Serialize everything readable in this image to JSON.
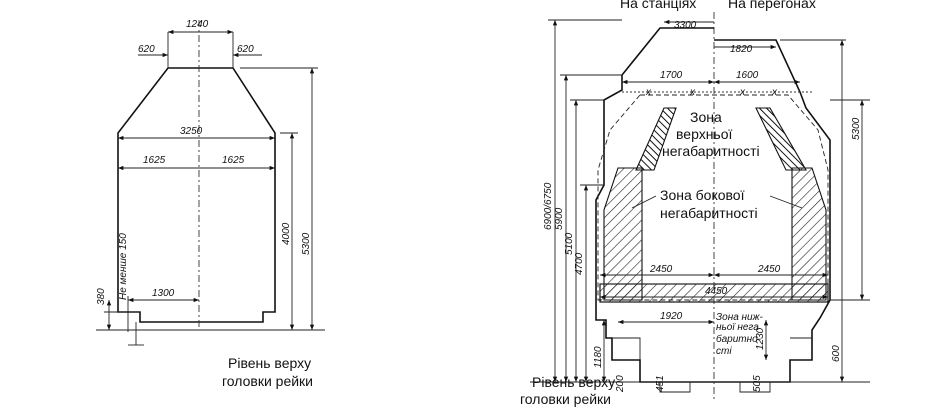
{
  "left_drawing": {
    "dims": {
      "top_width": "1240",
      "top_left_offset": "620",
      "top_right_offset": "620",
      "width": "3250",
      "half_left": "1625",
      "half_right": "1625",
      "height_4000": "4000",
      "height_5300": "5300",
      "height_380": "380",
      "bottom_width": "1300",
      "side_note": "Не менше 150"
    },
    "caption_line1": "Рівень верху",
    "caption_line2": "головки рейки"
  },
  "right_drawing": {
    "header_left": "На станціях",
    "header_right": "На перегонах",
    "dims": {
      "d3300": "3300",
      "d1820": "1820",
      "d1700": "1700",
      "d1600": "1600",
      "d5300": "5300",
      "d6900": "6900/6750",
      "d5900": "5900",
      "d5100": "5100",
      "d4700": "4700",
      "d2450_left": "2450",
      "d2450_right": "2450",
      "d4450": "4450",
      "d1920": "1920",
      "d1180": "1180",
      "d1230": "1230",
      "d600": "600",
      "d200": "200",
      "d451": "451",
      "d505": "505"
    },
    "zone_top_line1": "Зона",
    "zone_top_line2": "верхньої",
    "zone_top_line3": "негабаритності",
    "zone_side_line1": "Зона бокової",
    "zone_side_line2": "негабаритності",
    "zone_low_line1": "Зона ниж-",
    "zone_low_line2": "ньої нега",
    "zone_low_line3": "баритно-",
    "zone_low_line4": "сті",
    "caption_line1": "Рівень верху",
    "caption_line2": "головки рейки"
  }
}
